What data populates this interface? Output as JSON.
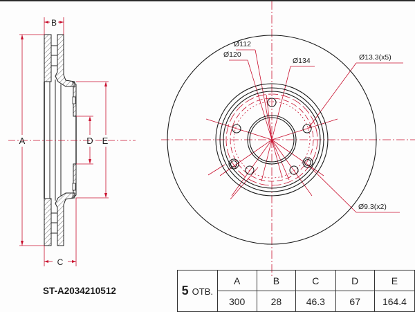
{
  "part_number": "ST-A2034210512",
  "colors": {
    "outline": "#1a1a1a",
    "dimension": "#c8102e",
    "background": "#fdfdfd"
  },
  "side_view": {
    "dim_labels": {
      "A": "A",
      "B": "B",
      "C": "C",
      "D": "D",
      "E": "E"
    }
  },
  "front_view": {
    "callouts": {
      "d112": "Ø112",
      "d120": "Ø120",
      "d134": "Ø134",
      "bolt_holes": "Ø13.3(x5)",
      "small_holes": "Ø9.3(x2)"
    }
  },
  "spec_table": {
    "holes_count": "5",
    "holes_unit": "ОТВ.",
    "headers": [
      "A",
      "B",
      "C",
      "D",
      "E"
    ],
    "values": [
      "300",
      "28",
      "46.3",
      "67",
      "164.4"
    ]
  }
}
